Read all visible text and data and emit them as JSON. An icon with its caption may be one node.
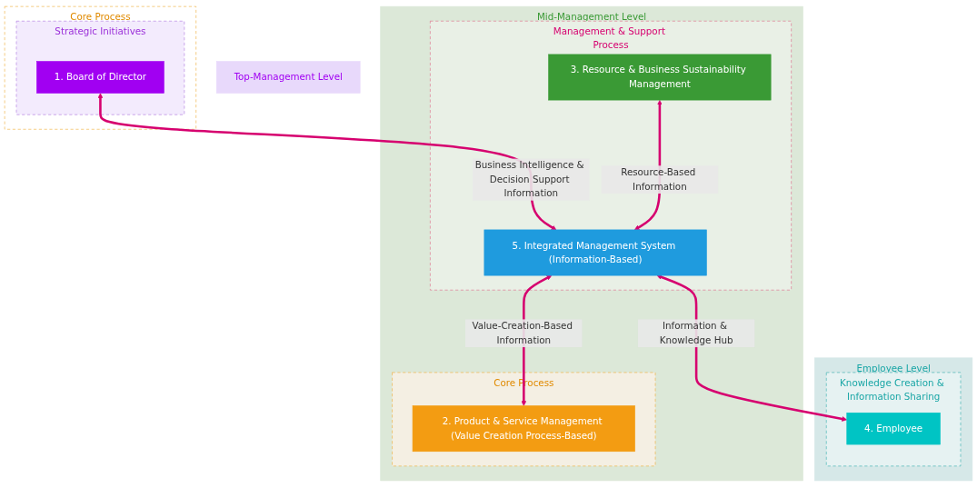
{
  "diagram": {
    "nodes": [
      {
        "text": [
          "Top-Management Level"
        ]
      },
      {
        "text": [
          "Core Process"
        ]
      },
      {
        "text": [
          "Strategic Initiatives"
        ],
        "in": 1
      },
      {
        "text": [
          "1. Board of Director"
        ],
        "in": 2
      },
      {
        "text": [
          "Mid-Management Level"
        ]
      },
      {
        "text": [
          "Management & Support Process"
        ],
        "in": 4
      },
      {
        "text": [
          "3. Resource & Business Sustainability Management"
        ],
        "in": 5
      },
      {
        "text": [
          "5. Integrated Management System (Information-Based)"
        ],
        "in": 5
      },
      {
        "text": [
          "Core Process"
        ],
        "in": 4
      },
      {
        "text": [
          "2. Product & Service Management (Value Creation Process-Based)"
        ],
        "in": 8
      },
      {
        "text": [
          "Employee Level"
        ]
      },
      {
        "text": [
          "Knowledge Creation & Information Sharing"
        ],
        "in": 10
      },
      {
        "text": [
          "4. Employee"
        ],
        "in": 11
      }
    ],
    "edges": [
      {
        "from": 3,
        "to": 7,
        "arrow": "both",
        "label": "Business Intelligence & Decision Support Information"
      },
      {
        "from": 6,
        "to": 7,
        "arrow": "both",
        "label": "Resource-Based Information"
      },
      {
        "from": 7,
        "to": 9,
        "arrow": "both",
        "label": "Value-Creation-Based Information"
      },
      {
        "from": 7,
        "to": 12,
        "arrow": "both",
        "label": "Information & Knowledge Hub"
      }
    ]
  }
}
